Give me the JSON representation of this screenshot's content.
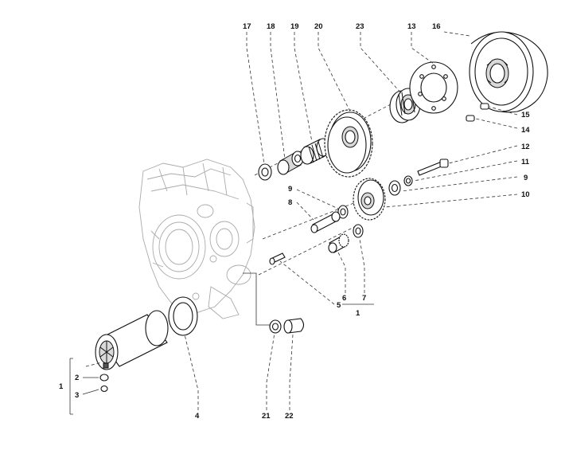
{
  "labels": {
    "l17": "17",
    "l18": "18",
    "l19": "19",
    "l20": "20",
    "l23": "23",
    "l13": "13",
    "l16": "16",
    "l15": "15",
    "l14": "14",
    "l12": "12",
    "l11": "11",
    "l9a": "9",
    "l10": "10",
    "l9b": "9",
    "l8": "8",
    "l6": "6",
    "l7": "7",
    "l1b": "1",
    "l5": "5",
    "l1a": "1",
    "l2": "2",
    "l3": "3",
    "l4": "4",
    "l21": "21",
    "l22": "22"
  }
}
